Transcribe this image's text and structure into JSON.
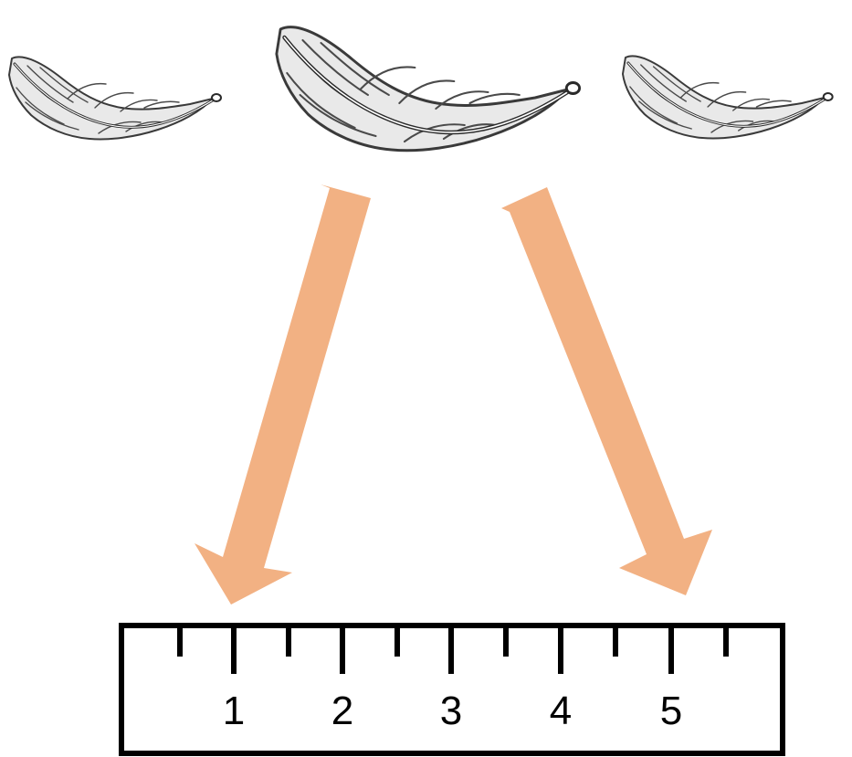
{
  "ruler": {
    "labels": [
      "1",
      "2",
      "3",
      "4",
      "5"
    ]
  },
  "colors": {
    "arrow": "#f2b183",
    "ruler_outline": "#000000",
    "feather_ink": "#3a3a3a"
  }
}
